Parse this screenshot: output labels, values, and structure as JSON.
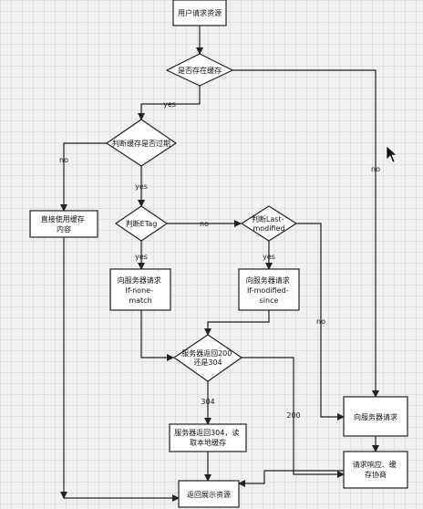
{
  "nodes": {
    "user_request": "用户请求资源",
    "cache_exists": "是否存在缓存",
    "cache_expired": "判断缓存是否过期",
    "use_cache": [
      "直接使用缓存",
      "内容"
    ],
    "check_etag": "判断ETag",
    "check_last_modified": [
      "判断Last-",
      "modified"
    ],
    "request_if_none_match": [
      "向服务器请求",
      "If-none-",
      "match"
    ],
    "request_if_modified_since": [
      "向服务器请求",
      "If-modified-",
      "since"
    ],
    "server_returns": [
      "服务器返回200",
      "还是304"
    ],
    "server_304_local": [
      "服务器返回304，读",
      "取本地缓存"
    ],
    "request_server": "向服务器请求",
    "response_cache": [
      "请求响应、缓",
      "存协商"
    ],
    "show_resource": "返回展示资源"
  },
  "edges": {
    "yes": "yes",
    "no": "no",
    "code_304": "304",
    "code_200": "200"
  }
}
